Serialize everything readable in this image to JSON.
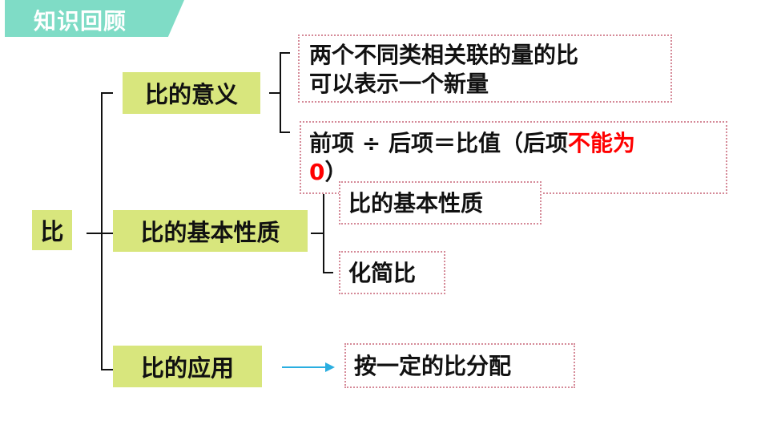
{
  "banner": {
    "title": "知识回顾"
  },
  "root": {
    "label": "比"
  },
  "branches": [
    {
      "label": "比的意义"
    },
    {
      "label": "比的基本性质"
    },
    {
      "label": "比的应用"
    }
  ],
  "meaning": {
    "definition_line1": "两个不同类相关联的量的比",
    "definition_line2": "可以表示一个新量",
    "formula_prefix": "前项 ÷ 后项＝比值（后项",
    "formula_highlight": "不能为",
    "formula_line2_value": "0",
    "formula_line2_suffix": "）"
  },
  "property": {
    "item1": "比的基本性质",
    "item2": "化简比"
  },
  "application": {
    "item1": "按一定的比分配"
  },
  "colors": {
    "banner": "#7fdcc6",
    "green_box": "#d8e67d",
    "dotted_border": "#d58a98",
    "highlight": "#ff0000",
    "arrow": "#2aaee0"
  }
}
